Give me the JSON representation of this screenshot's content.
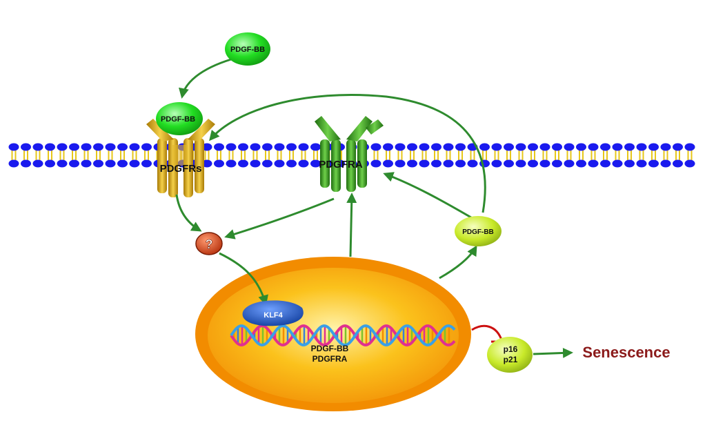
{
  "labels": {
    "ligand_top": "PDGF-BB",
    "ligand_bound": "PDGF-BB",
    "receptor_left": "PDGFRs",
    "receptor_right": "PDGFRA",
    "unknown": "?",
    "ligand_secreted": "PDGF-BB",
    "tf": "KLF4",
    "gene_1": "PDGF-BB",
    "gene_2": "PDGFRA",
    "inhibitor_1": "p16",
    "inhibitor_2": "p21",
    "outcome": "Senescence"
  },
  "colors": {
    "arrow": "#2e8b2e",
    "inhibition": "#cc1111",
    "lipid_head": "#1a1aee",
    "lipid_tail": "#e6c619",
    "receptor_gold": "#d4a40e",
    "receptor_green": "#3a9a20",
    "ligand_green": "#22dd22",
    "ligand_lime": "#c9ea2a",
    "nucleus_outer": "#f28c00",
    "nucleus_inner": "#fbc21c",
    "klf4": "#1b5fd8",
    "question": "#c63a12",
    "outcome_text": "#8b1a1a"
  }
}
